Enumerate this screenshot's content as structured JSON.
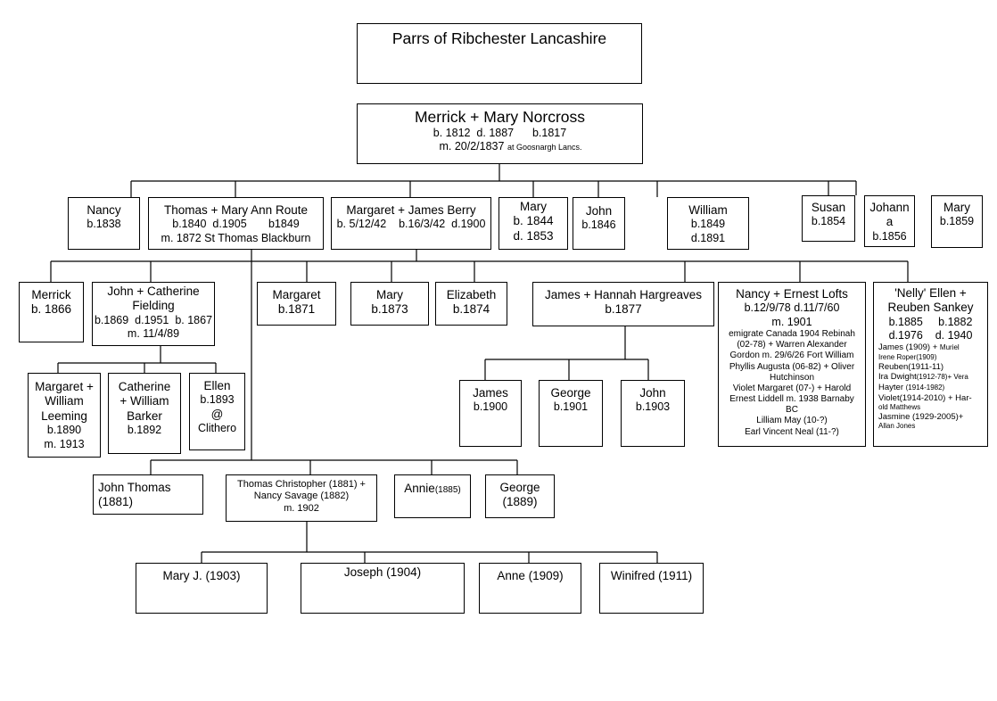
{
  "title": "Parrs of Ribchester Lancashire",
  "root": {
    "name": "Merrick + Mary Norcross",
    "dates": "b. 1812  d. 1887      b.1817",
    "marriage": "m. 20/2/1837",
    "marriage_place": "at Goosnargh Lancs."
  },
  "children": {
    "nancy": [
      "Nancy",
      "b.1838"
    ],
    "thomas": [
      "Thomas + Mary Ann Route",
      "b.1840  d.1905       b1849",
      "m. 1872 St Thomas Blackburn"
    ],
    "margaret_james": [
      "Margaret + James Berry",
      "b. 5/12/42    b.16/3/42  d.1900"
    ],
    "mary": [
      "Mary",
      "b. 1844",
      "d. 1853"
    ],
    "john": [
      "John",
      "b.1846"
    ],
    "william": [
      "William",
      "b.1849",
      "d.1891"
    ],
    "susan": [
      "Susan",
      "b.1854"
    ],
    "johanna": [
      "Johann",
      "a",
      "b.1856"
    ],
    "mary2": [
      "Mary",
      "b.1859"
    ]
  },
  "grandchildren": {
    "merrick": [
      "Merrick",
      "b. 1866"
    ],
    "john_catherine": [
      "John + Catherine",
      "Fielding",
      "b.1869  d.1951  b. 1867",
      "m. 11/4/89"
    ],
    "margaret": [
      "Margaret",
      "b.1871"
    ],
    "mary": [
      "Mary",
      "b.1873"
    ],
    "elizabeth": [
      "Elizabeth",
      "b.1874"
    ],
    "james_hannah": [
      "James + Hannah Hargreaves",
      "b.1877"
    ],
    "nancy_ernest": {
      "head": [
        "Nancy + Ernest Lofts",
        "b.12/9/78  d.11/7/60",
        "m. 1901"
      ],
      "details": [
        "emigrate Canada 1904 Rebinah",
        "(02-78) + Warren Alexander",
        "Gordon m. 29/6/26 Fort William",
        "Phyllis Augusta (06-82) + Oliver",
        "Hutchinson",
        "Violet Margaret (07-) + Harold",
        "Ernest Liddell m. 1938 Barnaby",
        "BC",
        "Lilliam May (10-?)",
        "Earl Vincent Neal (11-?)"
      ]
    },
    "nelly_reuben": {
      "head": [
        "'Nelly' Ellen +",
        "Reuben Sankey",
        "b.1885     b.1882",
        "d.1976    d. 1940"
      ],
      "details": [
        [
          "James (1909) + ",
          "Muriel"
        ],
        [
          "Irene Roper(1909)",
          ""
        ],
        [
          "Reuben(1911-11)",
          ""
        ],
        [
          "Ira Dwight",
          "(1912-78)+  Vera"
        ],
        [
          "Hayter ",
          "(1914-1982)"
        ],
        [
          "Violet(1914-2010)  + Har-",
          ""
        ],
        [
          "old Matthews",
          ""
        ],
        [
          "Jasmine (1929-2005)+",
          ""
        ],
        [
          "Allan Jones",
          ""
        ]
      ]
    },
    "john_thomas": [
      "John Thomas",
      "(1881)"
    ],
    "thomas_christopher": [
      "Thomas Christopher (1881) +",
      "Nancy Savage (1882)",
      "m. 1902"
    ],
    "annie": [
      "Annie",
      "(1885)"
    ],
    "george": [
      "George",
      "(1889)"
    ]
  },
  "great_grandchildren": {
    "margaret_william": [
      "Margaret +",
      "William",
      "Leeming",
      "b.1890",
      "m. 1913"
    ],
    "catherine_william": [
      "Catherine",
      "+ William",
      "Barker",
      "b.1892"
    ],
    "ellen": [
      "Ellen",
      "b.1893",
      "@",
      "Clithero"
    ],
    "james": [
      "James",
      "b.1900"
    ],
    "george": [
      "George",
      "b.1901"
    ],
    "john": [
      "John",
      "b.1903"
    ],
    "mary_j": [
      "Mary J. (1903)"
    ],
    "joseph": [
      "Joseph (1904)"
    ],
    "anne": [
      "Anne (1909)"
    ],
    "winifred": [
      "Winifred (1911)"
    ]
  },
  "colors": {
    "line": "#000000",
    "box_border": "#000000",
    "background": "#ffffff"
  }
}
